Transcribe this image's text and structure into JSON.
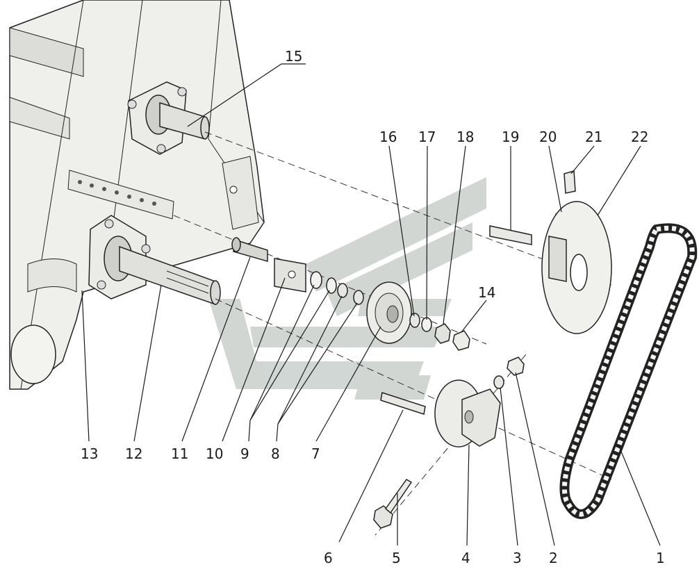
{
  "labels": {
    "l1": "1",
    "l2": "2",
    "l3": "3",
    "l4": "4",
    "l5": "5",
    "l6": "6",
    "l7": "7",
    "l8": "8",
    "l9": "9",
    "l10": "10",
    "l11": "11",
    "l12": "12",
    "l13": "13",
    "l14": "14",
    "l15": "15",
    "l16": "16",
    "l17": "17",
    "l18": "18",
    "l19": "19",
    "l20": "20",
    "l21": "21",
    "l22": "22"
  },
  "colors": {
    "line": "#1a1a1a",
    "frame": "#efefec",
    "frame_shade": "#dcdcd8",
    "metal": "#d4d4d0",
    "metal_dark": "#9a9a96",
    "watermark": "#c9d0cc"
  }
}
